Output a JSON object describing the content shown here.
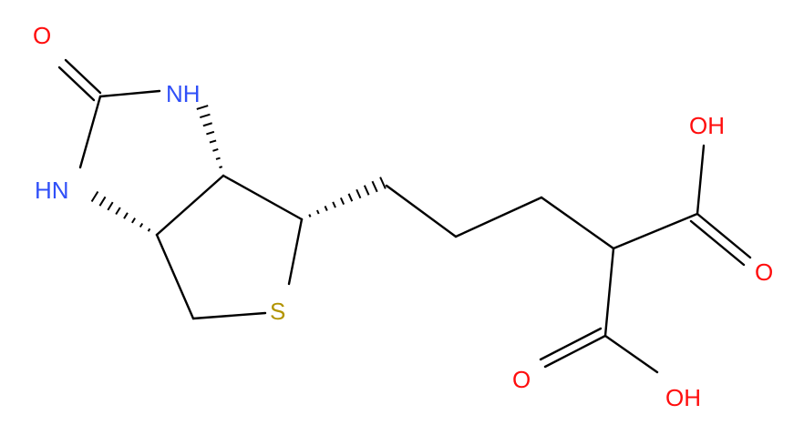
{
  "molecule": {
    "atoms": {
      "carbonyl_oxygen": "O",
      "upper_nh": "NH",
      "lower_nh": "HN",
      "sulfur": "S",
      "acid1_oh": "OH",
      "acid1_carbonyl_o": "O",
      "acid2_carbonyl_o": "O",
      "acid2_oh": "OH"
    },
    "colors": {
      "bond": "#000000",
      "oxygen": "#ff0d0d",
      "nitrogen": "#3050f8",
      "sulfur": "#b29400"
    }
  }
}
